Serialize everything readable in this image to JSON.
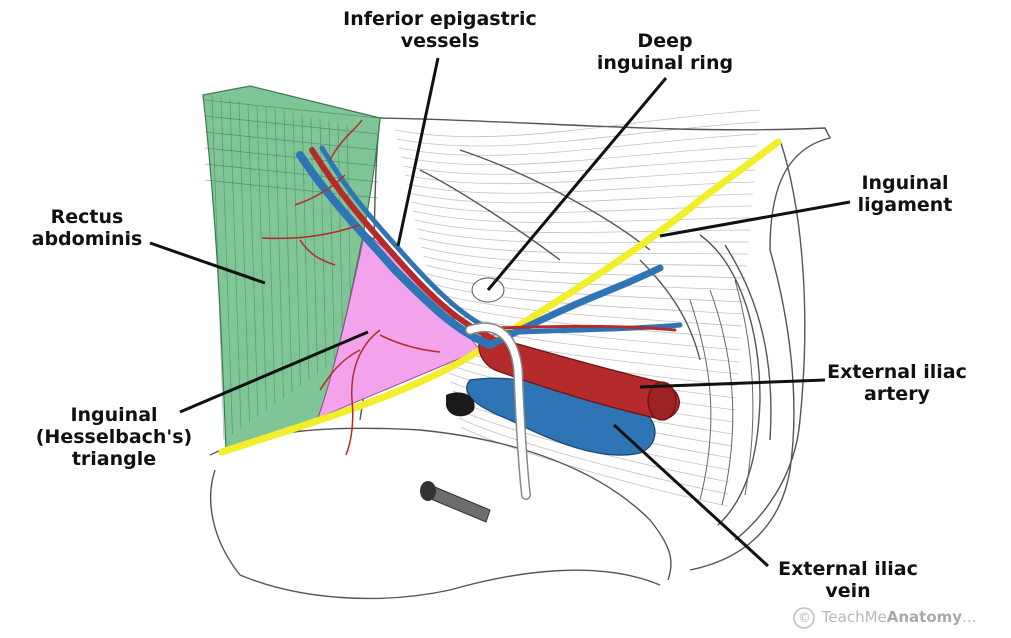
{
  "labels": {
    "inferior_epigastric": [
      "Inferior epigastric",
      "vessels"
    ],
    "deep_inguinal_ring": [
      "Deep",
      "inguinal ring"
    ],
    "inguinal_ligament": [
      "Inguinal",
      "ligament"
    ],
    "rectus_abdominis": [
      "Rectus",
      "abdominis"
    ],
    "external_iliac_artery": [
      "External iliac",
      "artery"
    ],
    "hesselbach": [
      "Inguinal",
      "(Hesselbach's)",
      "triangle"
    ],
    "external_iliac_vein": [
      "External iliac",
      "vein"
    ]
  },
  "watermark": {
    "symbol": "©",
    "prefix": "TeachMe",
    "bold": "Anatomy",
    "suffix": "..."
  },
  "colors": {
    "rectus": "#7fc596",
    "triangle": "#f2a3ec",
    "ligament": "#f2ee2a",
    "artery": "#b52b2b",
    "vein": "#2f74b5",
    "sketch": "#555555"
  }
}
